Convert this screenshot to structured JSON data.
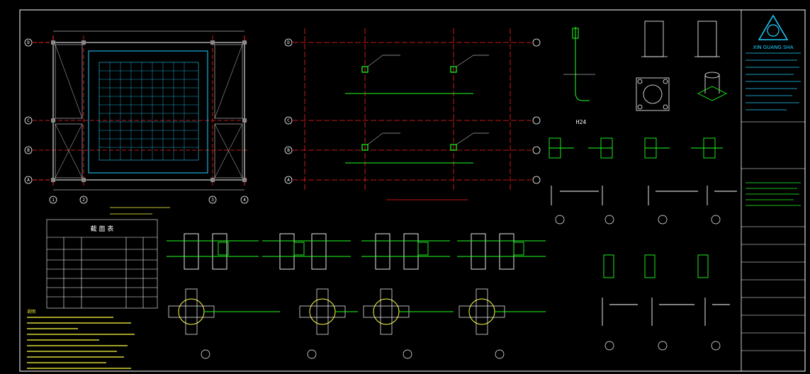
{
  "title_block": {
    "company_en": "XIN GUANG SHA",
    "fig_label": "H24"
  },
  "notes_heading": "说明",
  "section_table_title": "截 面 表",
  "grid_letters_left": [
    "D",
    "C",
    "B",
    "A"
  ],
  "grid_letters_mid": [
    "D",
    "C",
    "B",
    "A"
  ],
  "grid_numbers_left": [
    "1",
    "2",
    "3",
    "4"
  ],
  "colors": {
    "background": "#000000",
    "frame": "#ffffff",
    "grid_red": "#ff2020",
    "steel_green": "#20ff20",
    "yellow": "#ffff40",
    "cyan": "#20d0ff",
    "text": "#ffffff"
  }
}
